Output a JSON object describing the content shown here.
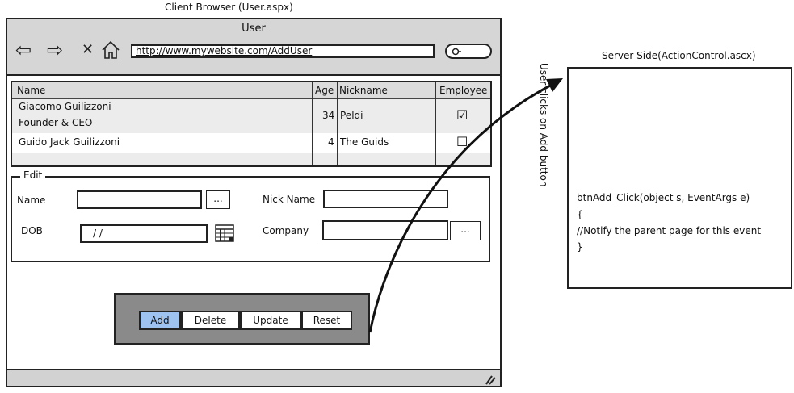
{
  "captions": {
    "client": "Client Browser (User.aspx)",
    "server": "Server Side(ActionControl.ascx)",
    "annotation": "User clicks on Add button"
  },
  "browser": {
    "title": "User",
    "address": "http://www.mywebsite.com/AddUser",
    "nav_icons": [
      "back-arrow-icon",
      "forward-arrow-icon",
      "close-icon",
      "home-icon"
    ],
    "search_icon": "search-icon"
  },
  "grid": {
    "headers": {
      "name": "Name",
      "age": "Age",
      "nickname": "Nickname",
      "employee": "Employee"
    },
    "rows": [
      {
        "name_line1": "Giacomo Guilizzoni",
        "name_line2": "Founder & CEO",
        "age": "34",
        "nickname": "Peldi",
        "employee": "☑"
      },
      {
        "name_line1": "Guido Jack Guilizzoni",
        "age": "4",
        "nickname": "The Guids",
        "employee": "☐"
      }
    ]
  },
  "edit": {
    "legend": "Edit",
    "name_label": "Name",
    "nickname_label": "Nick Name",
    "dob_label": "DOB",
    "dob_value": "/  /",
    "company_label": "Company",
    "ellipsis": "...",
    "calendar_icon": "calendar-icon"
  },
  "buttons": {
    "add": "Add",
    "delete": "Delete",
    "update": "Update",
    "reset": "Reset"
  },
  "server_code": {
    "line1": "btnAdd_Click(object s, EventArgs e)",
    "line2": "{",
    "line3": " //Notify the parent page for this event",
    "line4": "}"
  },
  "colors": {
    "selected_button": "#9ec3f0",
    "chrome": "#d6d6d6",
    "button_bar": "#8a8a8a"
  }
}
